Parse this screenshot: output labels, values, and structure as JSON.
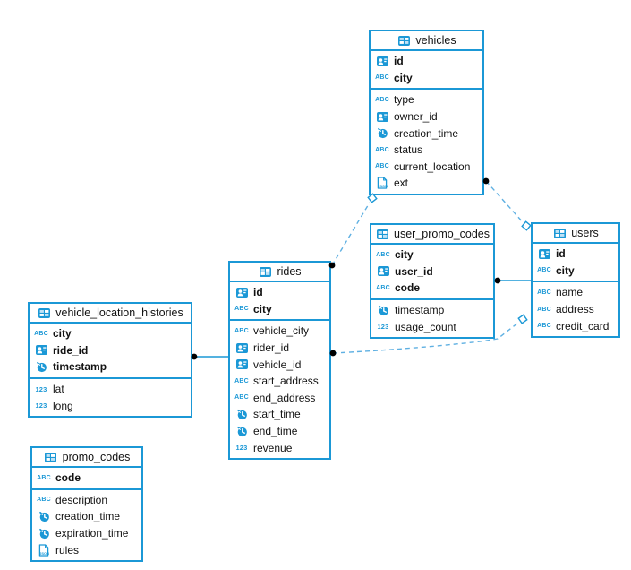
{
  "icon_labels": {
    "text": "ABC",
    "number": "123",
    "json": "JSON"
  },
  "colors": {
    "accent": "#1b98d6",
    "dashed_line": "#5fb0e2",
    "connector_dot": "#000000",
    "text": "#121212",
    "background": "#ffffff"
  },
  "tables": [
    {
      "name": "vehicles",
      "icon": "table-icon",
      "key_fields": [
        {
          "icon": "id-icon",
          "label": "id"
        },
        {
          "icon": "text-icon",
          "label": "city"
        }
      ],
      "fields": [
        {
          "icon": "text-icon",
          "label": "type"
        },
        {
          "icon": "id-icon",
          "label": "owner_id"
        },
        {
          "icon": "datetime-icon",
          "label": "creation_time"
        },
        {
          "icon": "text-icon",
          "label": "status"
        },
        {
          "icon": "text-icon",
          "label": "current_location"
        },
        {
          "icon": "json-icon",
          "label": "ext"
        }
      ]
    },
    {
      "name": "user_promo_codes",
      "icon": "table-icon",
      "key_fields": [
        {
          "icon": "text-icon",
          "label": "city"
        },
        {
          "icon": "id-icon",
          "label": "user_id"
        },
        {
          "icon": "text-icon",
          "label": "code"
        }
      ],
      "fields": [
        {
          "icon": "datetime-icon",
          "label": "timestamp"
        },
        {
          "icon": "number-icon",
          "label": "usage_count"
        }
      ]
    },
    {
      "name": "users",
      "icon": "table-icon",
      "key_fields": [
        {
          "icon": "id-icon",
          "label": "id"
        },
        {
          "icon": "text-icon",
          "label": "city"
        }
      ],
      "fields": [
        {
          "icon": "text-icon",
          "label": "name"
        },
        {
          "icon": "text-icon",
          "label": "address"
        },
        {
          "icon": "text-icon",
          "label": "credit_card"
        }
      ]
    },
    {
      "name": "rides",
      "icon": "table-icon",
      "key_fields": [
        {
          "icon": "id-icon",
          "label": "id"
        },
        {
          "icon": "text-icon",
          "label": "city"
        }
      ],
      "fields": [
        {
          "icon": "text-icon",
          "label": "vehicle_city"
        },
        {
          "icon": "id-icon",
          "label": "rider_id"
        },
        {
          "icon": "id-icon",
          "label": "vehicle_id"
        },
        {
          "icon": "text-icon",
          "label": "start_address"
        },
        {
          "icon": "text-icon",
          "label": "end_address"
        },
        {
          "icon": "datetime-icon",
          "label": "start_time"
        },
        {
          "icon": "datetime-icon",
          "label": "end_time"
        },
        {
          "icon": "number-icon",
          "label": "revenue"
        }
      ]
    },
    {
      "name": "vehicle_location_histories",
      "icon": "table-icon",
      "key_fields": [
        {
          "icon": "text-icon",
          "label": "city"
        },
        {
          "icon": "id-icon",
          "label": "ride_id"
        },
        {
          "icon": "datetime-icon",
          "label": "timestamp"
        }
      ],
      "fields": [
        {
          "icon": "number-icon",
          "label": "lat"
        },
        {
          "icon": "number-icon",
          "label": "long"
        }
      ]
    },
    {
      "name": "promo_codes",
      "icon": "table-icon",
      "key_fields": [
        {
          "icon": "text-icon",
          "label": "code"
        }
      ],
      "fields": [
        {
          "icon": "text-icon",
          "label": "description"
        },
        {
          "icon": "datetime-icon",
          "label": "creation_time"
        },
        {
          "icon": "datetime-icon",
          "label": "expiration_time"
        },
        {
          "icon": "json-icon",
          "label": "rules"
        }
      ]
    }
  ],
  "relationships": [
    {
      "source": "rides",
      "target": "vehicles",
      "line_style": "dashed"
    },
    {
      "source": "vehicles",
      "target": "users",
      "line_style": "dashed"
    },
    {
      "source": "rides",
      "target": "users",
      "line_style": "dashed"
    },
    {
      "source": "user_promo_codes",
      "target": "users",
      "line_style": "solid"
    },
    {
      "source": "vehicle_location_histories",
      "target": "rides",
      "line_style": "solid"
    }
  ]
}
